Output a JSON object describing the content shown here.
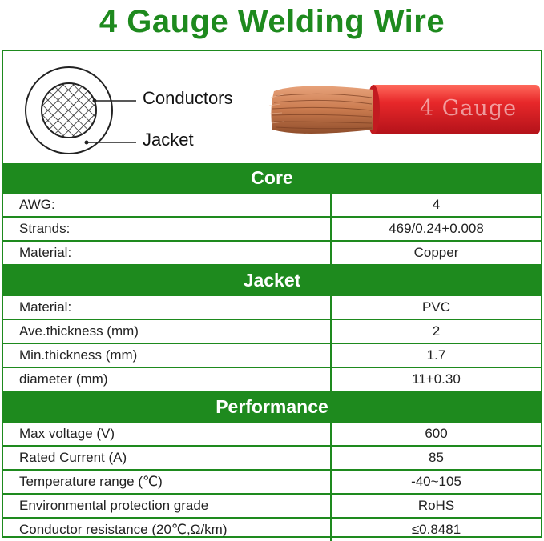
{
  "title": "4 Gauge Welding Wire",
  "diagram": {
    "conductors_label": "Conductors",
    "jacket_label": "Jacket",
    "wire_print": "4 Gauge",
    "colors": {
      "jacket": "#e8282a",
      "copper": "#c97a4e",
      "accent": "#1e8a1e"
    }
  },
  "sections": [
    {
      "title": "Core",
      "rows": [
        {
          "key": "AWG:",
          "value": "4"
        },
        {
          "key": "Strands:",
          "value": "469/0.24+0.008"
        },
        {
          "key": "Material:",
          "value": "Copper"
        }
      ]
    },
    {
      "title": "Jacket",
      "rows": [
        {
          "key": "Material:",
          "value": "PVC"
        },
        {
          "key": "Ave.thickness (mm)",
          "value": "2"
        },
        {
          "key": "Min.thickness (mm)",
          "value": "1.7"
        },
        {
          "key": "diameter (mm)",
          "value": "11+0.30"
        }
      ]
    },
    {
      "title": "Performance",
      "rows": [
        {
          "key": "Max voltage (V)",
          "value": "600"
        },
        {
          "key": "Rated Current (A)",
          "value": "85"
        },
        {
          "key": "Temperature range (℃)",
          "value": "-40~105"
        },
        {
          "key": "Environmental protection grade",
          "value": "RoHS"
        },
        {
          "key": "Conductor resistance (20℃,Ω/km)",
          "value": "≤0.8481"
        }
      ]
    }
  ]
}
